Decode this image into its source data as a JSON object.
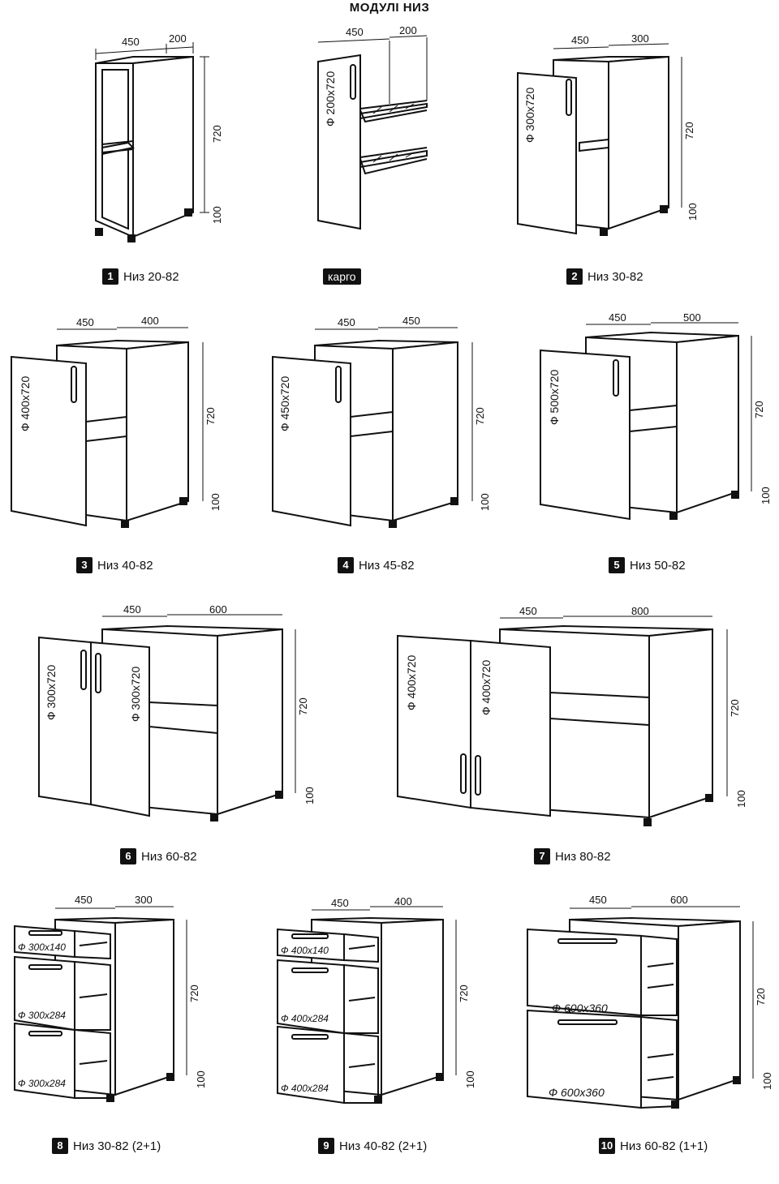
{
  "title": "МОДУЛІ НИЗ",
  "modules": [
    {
      "badge": "1",
      "name": "Низ 20-82",
      "depth": "450",
      "width": "200",
      "height": "720",
      "leg": "100"
    },
    {
      "badge": "карго",
      "name": "",
      "depth": "450",
      "width": "200",
      "door": "Ф 200х720"
    },
    {
      "badge": "2",
      "name": "Низ 30-82",
      "depth": "450",
      "width": "300",
      "height": "720",
      "leg": "100",
      "door": "Ф 300х720"
    },
    {
      "badge": "3",
      "name": "Низ 40-82",
      "depth": "450",
      "width": "400",
      "height": "720",
      "leg": "100",
      "door": "Ф 400х720"
    },
    {
      "badge": "4",
      "name": "Низ 45-82",
      "depth": "450",
      "width": "450",
      "height": "720",
      "leg": "100",
      "door": "Ф 450х720"
    },
    {
      "badge": "5",
      "name": "Низ 50-82",
      "depth": "450",
      "width": "500",
      "height": "720",
      "leg": "100",
      "door": "Ф 500х720"
    },
    {
      "badge": "6",
      "name": "Низ 60-82",
      "depth": "450",
      "width": "600",
      "height": "720",
      "leg": "100",
      "door": "Ф 300х720",
      "door2": "Ф 300х720"
    },
    {
      "badge": "7",
      "name": "Низ 80-82",
      "depth": "450",
      "width": "800",
      "height": "720",
      "leg": "100",
      "door": "Ф 400х720",
      "door2": "Ф 400х720"
    },
    {
      "badge": "8",
      "name": "Низ 30-82 (2+1)",
      "depth": "450",
      "width": "300",
      "height": "720",
      "leg": "100",
      "d1": "Ф 300х140",
      "d2": "Ф 300х284",
      "d3": "Ф 300х284"
    },
    {
      "badge": "9",
      "name": "Низ 40-82 (2+1)",
      "depth": "450",
      "width": "400",
      "height": "720",
      "leg": "100",
      "d1": "Ф 400х140",
      "d2": "Ф 400х284",
      "d3": "Ф 400х284"
    },
    {
      "badge": "10",
      "name": "Низ 60-82 (1+1)",
      "depth": "450",
      "width": "600",
      "height": "720",
      "leg": "100",
      "d1": "Ф 600х360",
      "d2": "Ф 600х360"
    }
  ]
}
